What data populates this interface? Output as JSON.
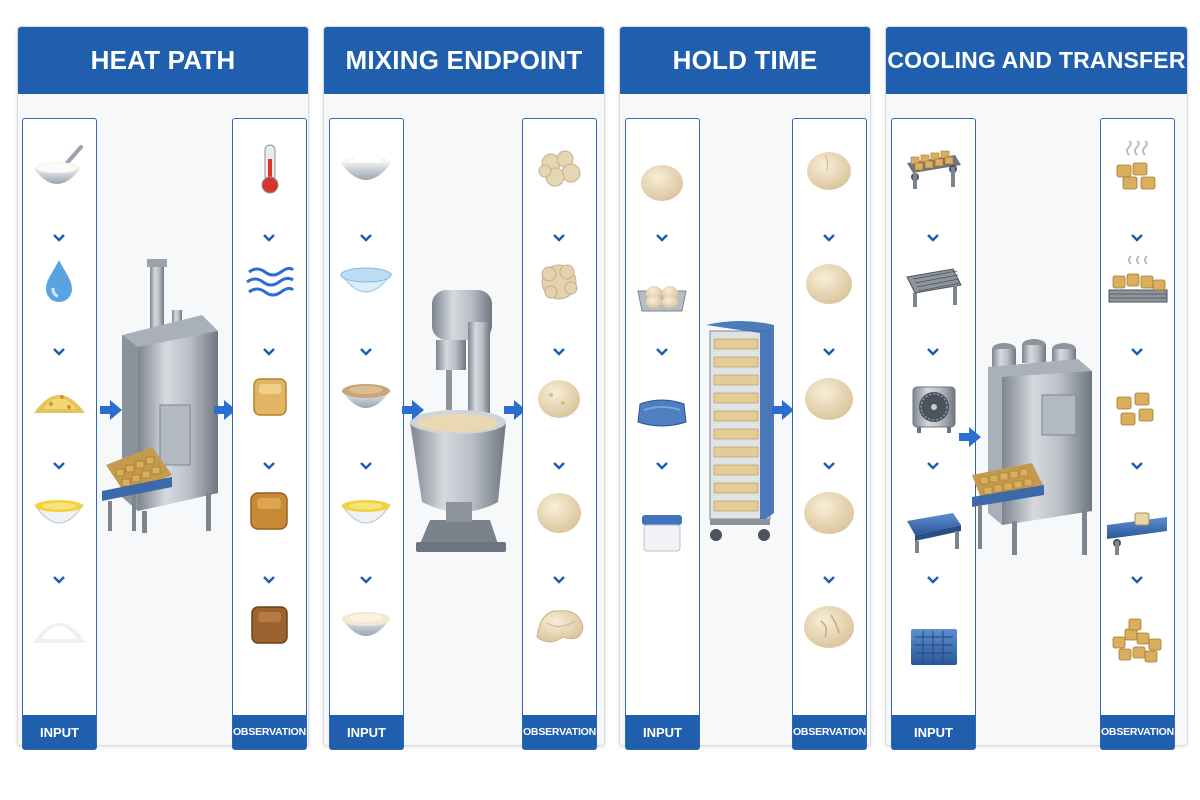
{
  "colors": {
    "header_blue": "#1f5fae",
    "border_blue": "#2f66b5",
    "arrow_blue": "#2a6fd0",
    "panel_bg": "#f7f8fa"
  },
  "panels": [
    {
      "title": "HEAT PATH",
      "input_label": "INPUT",
      "observation_label": "OBSERVATION",
      "inputs": [
        "flour-bowl-icon",
        "water-drop-icon",
        "grain-pile-icon",
        "oil-bowl-icon",
        "salt-pile-icon"
      ],
      "machine": "tunnel-oven-icon",
      "observations": [
        "thermometer-icon",
        "heat-waves-icon",
        "light-crust-cube-icon",
        "golden-crust-cube-icon",
        "dark-crust-cube-icon"
      ]
    },
    {
      "title": "MIXING ENDPOINT",
      "input_label": "INPUT",
      "observation_label": "OBSERVATION",
      "inputs": [
        "flour-bowl-icon",
        "water-bowl-icon",
        "grain-bowl-icon",
        "oil-bowl-icon",
        "flour-bowl-icon"
      ],
      "machine": "stand-mixer-icon",
      "observations": [
        "shaggy-dough-icon",
        "rough-dough-icon",
        "smooth-dough-icon",
        "elastic-dough-icon",
        "stretched-dough-icon"
      ]
    },
    {
      "title": "HOLD TIME",
      "input_label": "INPUT",
      "observation_label": "OBSERVATION",
      "inputs": [
        "dough-ball-icon",
        "dough-tray-icon",
        "cloth-cover-icon",
        "storage-container-icon"
      ],
      "machine": "proofing-rack-icon",
      "observations": [
        "proofed-dough-icon",
        "risen-dough-icon",
        "rounded-dough-icon",
        "relaxed-dough-icon",
        "cracked-dough-icon"
      ]
    },
    {
      "title": "COOLING AND TRANSFER",
      "input_label": "INPUT",
      "observation_label": "OBSERVATION",
      "inputs": [
        "loaded-conveyor-icon",
        "mesh-conveyor-icon",
        "cooling-fan-icon",
        "blue-conveyor-icon",
        "transfer-crate-icon"
      ],
      "machine": "cooling-tunnel-icon",
      "observations": [
        "steaming-cubes-icon",
        "cubes-on-mesh-icon",
        "cooled-cubes-icon",
        "cubes-on-belt-icon",
        "packed-cubes-icon"
      ]
    }
  ]
}
